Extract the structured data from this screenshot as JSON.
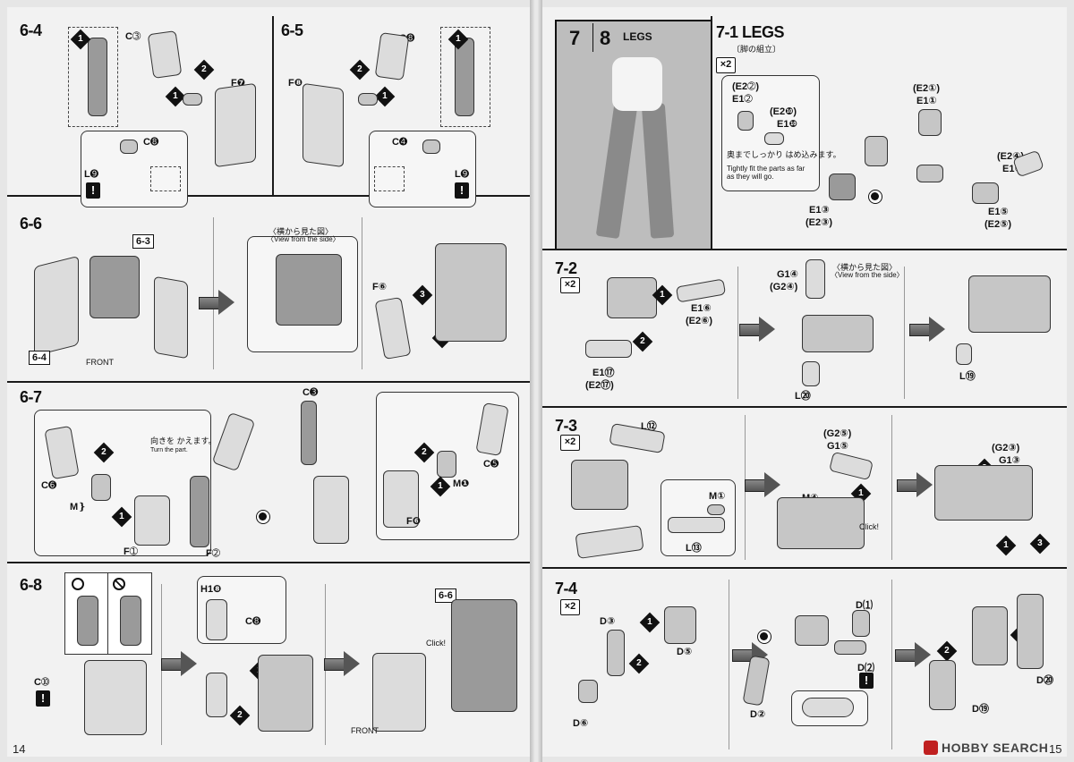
{
  "left_page": {
    "page_number": "14",
    "steps": {
      "s64": {
        "label": "6-4",
        "parts": [
          "C➂",
          "F❼",
          "C➑",
          "L➒"
        ]
      },
      "s65": {
        "label": "6-5",
        "parts": [
          "C➑",
          "F❽",
          "C➍",
          "L➒"
        ]
      },
      "s66": {
        "label": "6-6",
        "ref_a": "6-3",
        "ref_b": "6-4",
        "side_view_jp": "〈横から見た図〉",
        "side_view_en": "〈View from the side〉",
        "part": "F⑥",
        "front": "FRONT"
      },
      "s67": {
        "label": "6-7",
        "turn_jp": "向きを かえます。",
        "turn_en": "Turn the part.",
        "parts": [
          "C➏",
          "M❵",
          "F➀",
          "C➌",
          "F➁",
          "C➎",
          "M❶",
          "F❻"
        ]
      },
      "s68": {
        "label": "6-8",
        "ref": "6-6",
        "parts": [
          "C➉",
          "H1❽",
          "C➑"
        ],
        "click": "Click!",
        "front": "FRONT"
      }
    }
  },
  "right_page": {
    "header_step_a": "7",
    "header_step_b": "8",
    "header_title": "LEGS",
    "s71": {
      "label": "7-1",
      "title": "LEGS",
      "title_jp": "〔脚の組立〕",
      "multiplier": "×2",
      "parts_a": [
        "(E2➁)",
        "E1➁",
        "(E2❿)",
        "E1❿"
      ],
      "parts_b": [
        "(E2①)",
        "E1①",
        "(E2④)",
        "E1④",
        "E1③",
        "(E2③)",
        "E1⑤",
        "(E2⑤)"
      ],
      "note_jp": "奥までしっかり はめ込みます。",
      "note_en": "Tightly fit the parts as far as they will go."
    },
    "s72": {
      "label": "7-2",
      "multiplier": "×2",
      "parts": [
        "E1⑥",
        "(E2⑥)",
        "E1⑰",
        "(E2⑰)",
        "G1④",
        "(G2④)",
        "L⑳",
        "L⑲"
      ],
      "side_view_jp": "〈横から見た図〉",
      "side_view_en": "〈View from the side〉"
    },
    "s73": {
      "label": "7-3",
      "multiplier": "×2",
      "parts": [
        "L⑫",
        "M①",
        "L⑬",
        "(G2⑤)",
        "G1⑤",
        "M④",
        "(G2③)",
        "G1③"
      ],
      "click": "Click!"
    },
    "s74": {
      "label": "7-4",
      "multiplier": "×2",
      "parts": [
        "D③",
        "D⑤",
        "D⑥",
        "D②",
        "D⑴",
        "D⑵",
        "D⑳",
        "D⑲"
      ]
    },
    "brand": "HOBBY SEARCH",
    "page_number": "15"
  }
}
